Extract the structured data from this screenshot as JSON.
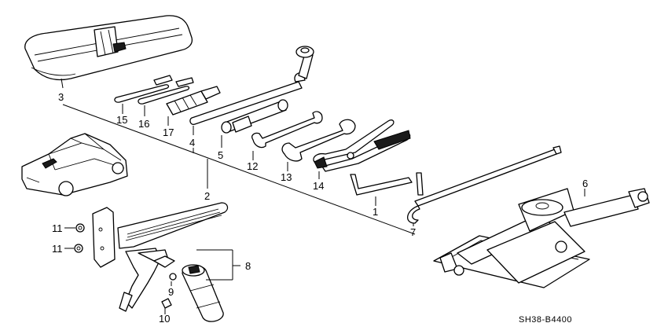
{
  "diagram_code": "SH38-B4400",
  "callouts": {
    "c1": "1",
    "c2": "2",
    "c3": "3",
    "c4": "4",
    "c5": "5",
    "c6": "6",
    "c7": "7",
    "c8": "8",
    "c9": "9",
    "c10": "10",
    "c11a": "11",
    "c11b": "11",
    "c12": "12",
    "c13": "13",
    "c14": "14",
    "c15": "15",
    "c16": "16",
    "c17": "17"
  }
}
